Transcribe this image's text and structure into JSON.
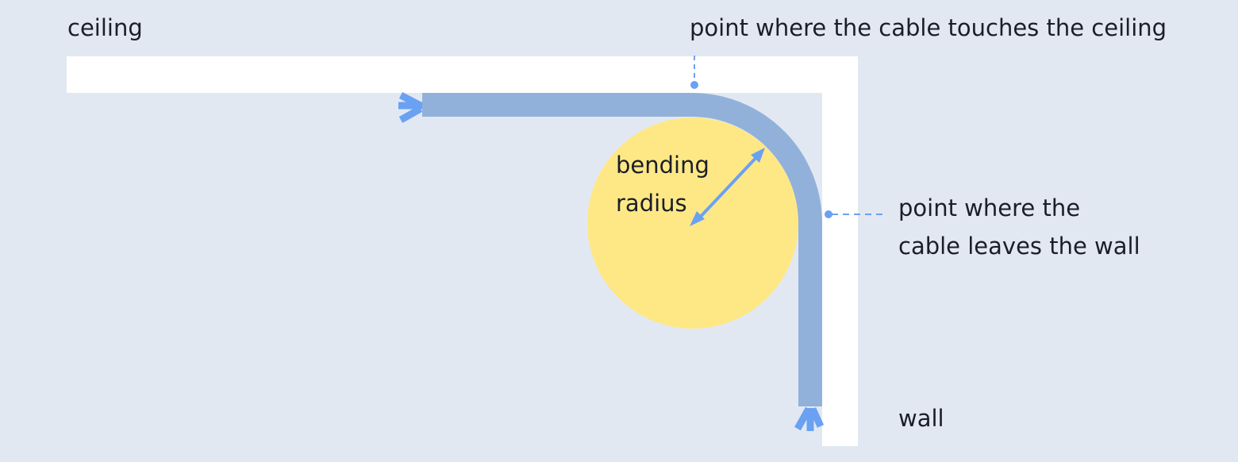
{
  "labels": {
    "ceiling": "ceiling",
    "touch_point": "point where the cable touches the ceiling",
    "leave_point_line1": "point where the",
    "leave_point_line2": "cable leaves the wall",
    "wall": "wall",
    "radius_line1": "bending",
    "radius_line2": "radius"
  },
  "colors": {
    "background": "#e2e8f2",
    "surface": "#ffffff",
    "cable": "#92b1da",
    "accent": "#6aa1f2",
    "circle": "#fee886",
    "text": "#1b1e28"
  }
}
